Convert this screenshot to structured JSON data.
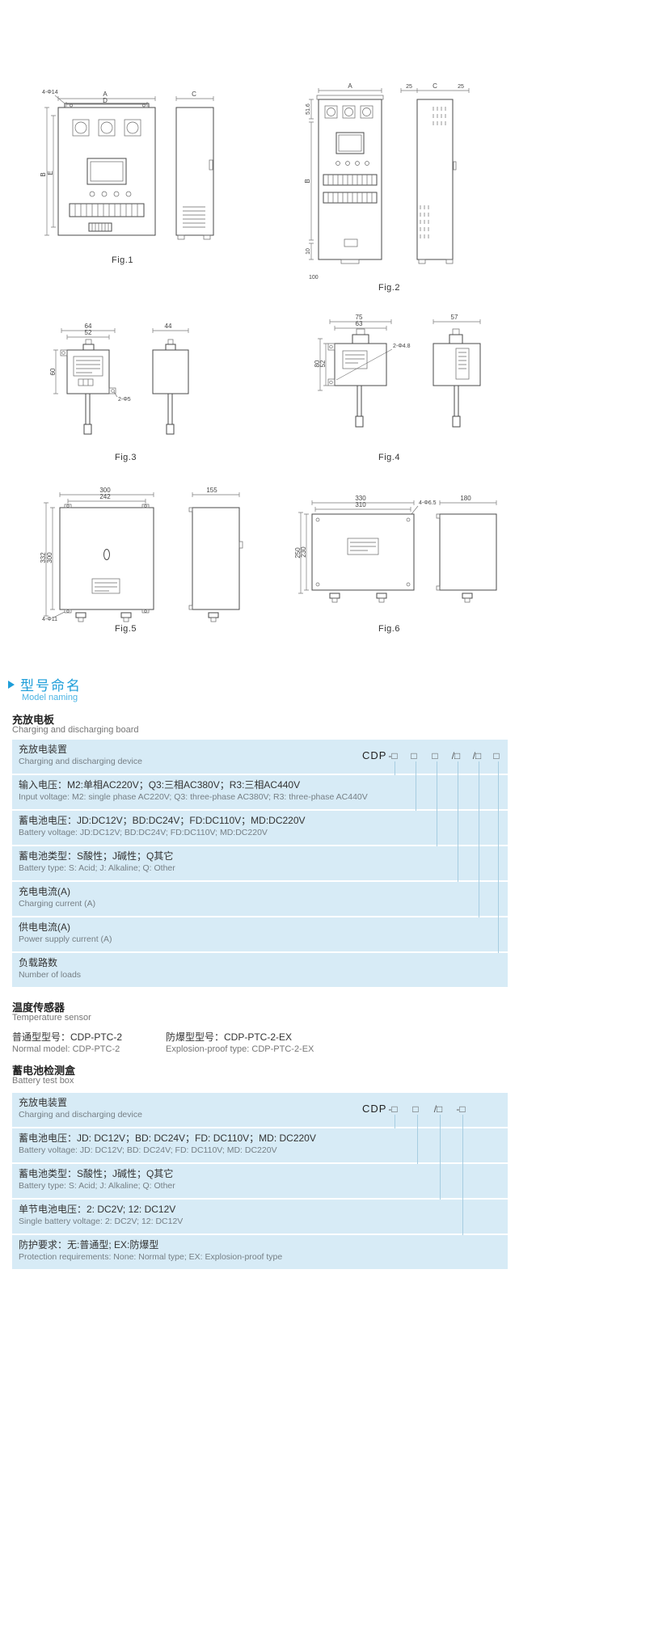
{
  "figures": {
    "fig1": {
      "caption": "Fig.1",
      "hole": "4-Φ14",
      "a": "A",
      "d": "D",
      "b": "B",
      "e": "E",
      "c": "C"
    },
    "fig2": {
      "caption": "Fig.2",
      "a": "A",
      "h516": "51.6",
      "b": "B",
      "n10": "10",
      "n100": "100",
      "n25l": "25",
      "c": "C",
      "n25r": "25"
    },
    "fig3": {
      "caption": "Fig.3",
      "w64": "64",
      "w52": "52",
      "h60": "60",
      "hole": "2-Φ5",
      "w44": "44"
    },
    "fig4": {
      "caption": "Fig.4",
      "w75": "75",
      "w63": "63",
      "h80": "80",
      "h52": "52",
      "hole": "2-Φ4.8",
      "w57": "57"
    },
    "fig5": {
      "caption": "Fig.5",
      "w300": "300",
      "w242": "242",
      "h332": "332",
      "h300": "300",
      "hole": "4-Φ11",
      "w155": "155"
    },
    "fig6": {
      "caption": "Fig.6",
      "w330": "330",
      "w310": "310",
      "h250": "250",
      "h230": "230",
      "hole": "4-Φ6.5",
      "w180": "180"
    }
  },
  "naming": {
    "title_zh": "型号命名",
    "title_en": "Model naming",
    "board": {
      "heading_zh": "充放电板",
      "heading_en": "Charging and discharging board",
      "prefix": "CDP",
      "slots": [
        "-□",
        "□",
        "□",
        "/□",
        "/□",
        "□"
      ],
      "rows": [
        {
          "zh": "充放电装置",
          "en": "Charging and discharging device"
        },
        {
          "zh": "输入电压：M2:单相AC220V；Q3:三相AC380V；R3:三相AC440V",
          "en": "Input voltage: M2: single phase AC220V; Q3: three-phase AC380V;  R3: three-phase AC440V"
        },
        {
          "zh": "蓄电池电压：JD:DC12V；BD:DC24V；FD:DC110V；MD:DC220V",
          "en": "Battery voltage: JD:DC12V; BD:DC24V; FD:DC110V; MD:DC220V"
        },
        {
          "zh": "蓄电池类型：S酸性；J碱性；Q其它",
          "en": "Battery type: S: Acid; J: Alkaline; Q: Other"
        },
        {
          "zh": "充电电流(A)",
          "en": "Charging current (A)"
        },
        {
          "zh": "供电电流(A)",
          "en": "Power supply current (A)"
        },
        {
          "zh": "负载路数",
          "en": "Number of loads"
        }
      ]
    },
    "sensor": {
      "heading_zh": "温度传感器",
      "heading_en": "Temperature sensor",
      "normal_zh": "普通型型号：CDP-PTC-2",
      "explosion_zh": "防爆型型号：CDP-PTC-2-EX",
      "normal_en": "Normal model: CDP-PTC-2",
      "explosion_en": "Explosion-proof type: CDP-PTC-2-EX"
    },
    "testbox": {
      "heading_zh": "蓄电池检测盒",
      "heading_en": "Battery test box",
      "prefix": "CDP",
      "slots": [
        "-□",
        "□",
        "/□",
        "-□"
      ],
      "rows": [
        {
          "zh": "充放电装置",
          "en": "Charging and discharging device"
        },
        {
          "zh": "蓄电池电压：JD: DC12V；BD: DC24V；FD: DC110V；MD: DC220V",
          "en": "Battery voltage: JD: DC12V; BD: DC24V; FD: DC110V; MD: DC220V"
        },
        {
          "zh": "蓄电池类型：S酸性；J碱性；Q其它",
          "en": "Battery type: S: Acid; J: Alkaline; Q: Other"
        },
        {
          "zh": "单节电池电压：2: DC2V; 12: DC12V",
          "en": "Single battery voltage:  2: DC2V; 12: DC12V"
        },
        {
          "zh": "防护要求：无:普通型; EX:防爆型",
          "en": "Protection requirements:  None: Normal type; EX: Explosion-proof type"
        }
      ]
    }
  }
}
